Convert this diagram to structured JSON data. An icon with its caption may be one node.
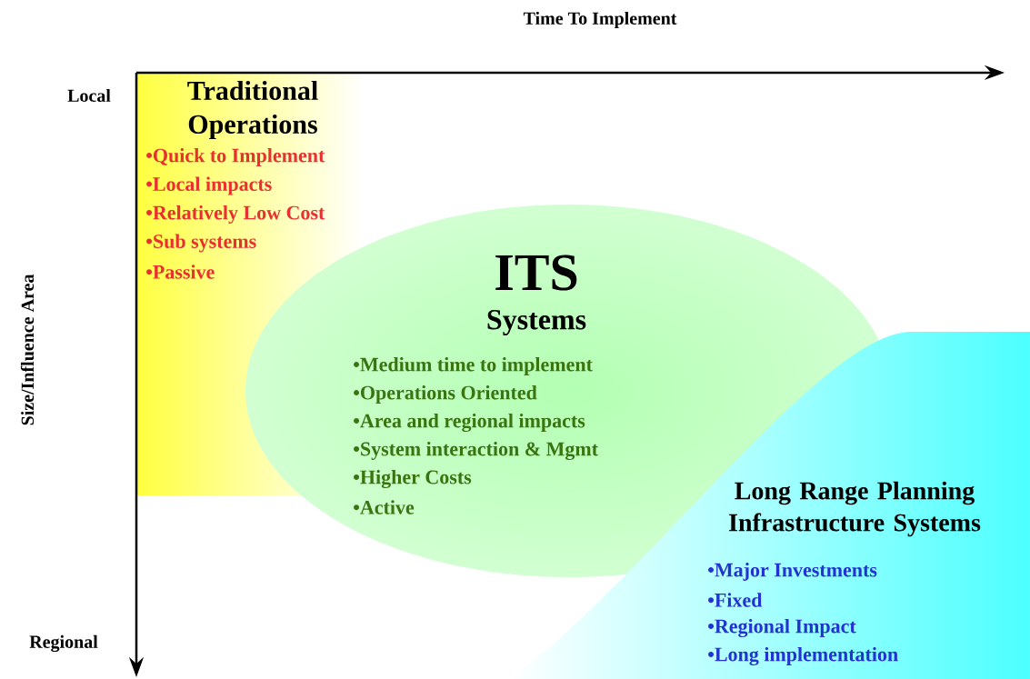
{
  "diagram": {
    "nodes": [
      {
        "text": [
          "Traditional Operations",
          "•Quick to Implement",
          "•Local impacts",
          "•Relatively Low Cost",
          "•Sub systems",
          "•Passive"
        ]
      },
      {
        "text": [
          "ITS",
          "Systems",
          "•Medium time to implement",
          "•Operations Oriented",
          "•Area and regional impacts",
          "•System interaction & Mgmt",
          "•Higher Costs",
          "•Active"
        ]
      },
      {
        "text": [
          "Long Range Planning Infrastructure Systems",
          "•Major Investments",
          "•Fixed",
          "•Regional Impact",
          "•Long implementation"
        ]
      }
    ],
    "labels": [
      "Time To Implement",
      "Local",
      "Size/Influence Area",
      "Regional"
    ]
  }
}
